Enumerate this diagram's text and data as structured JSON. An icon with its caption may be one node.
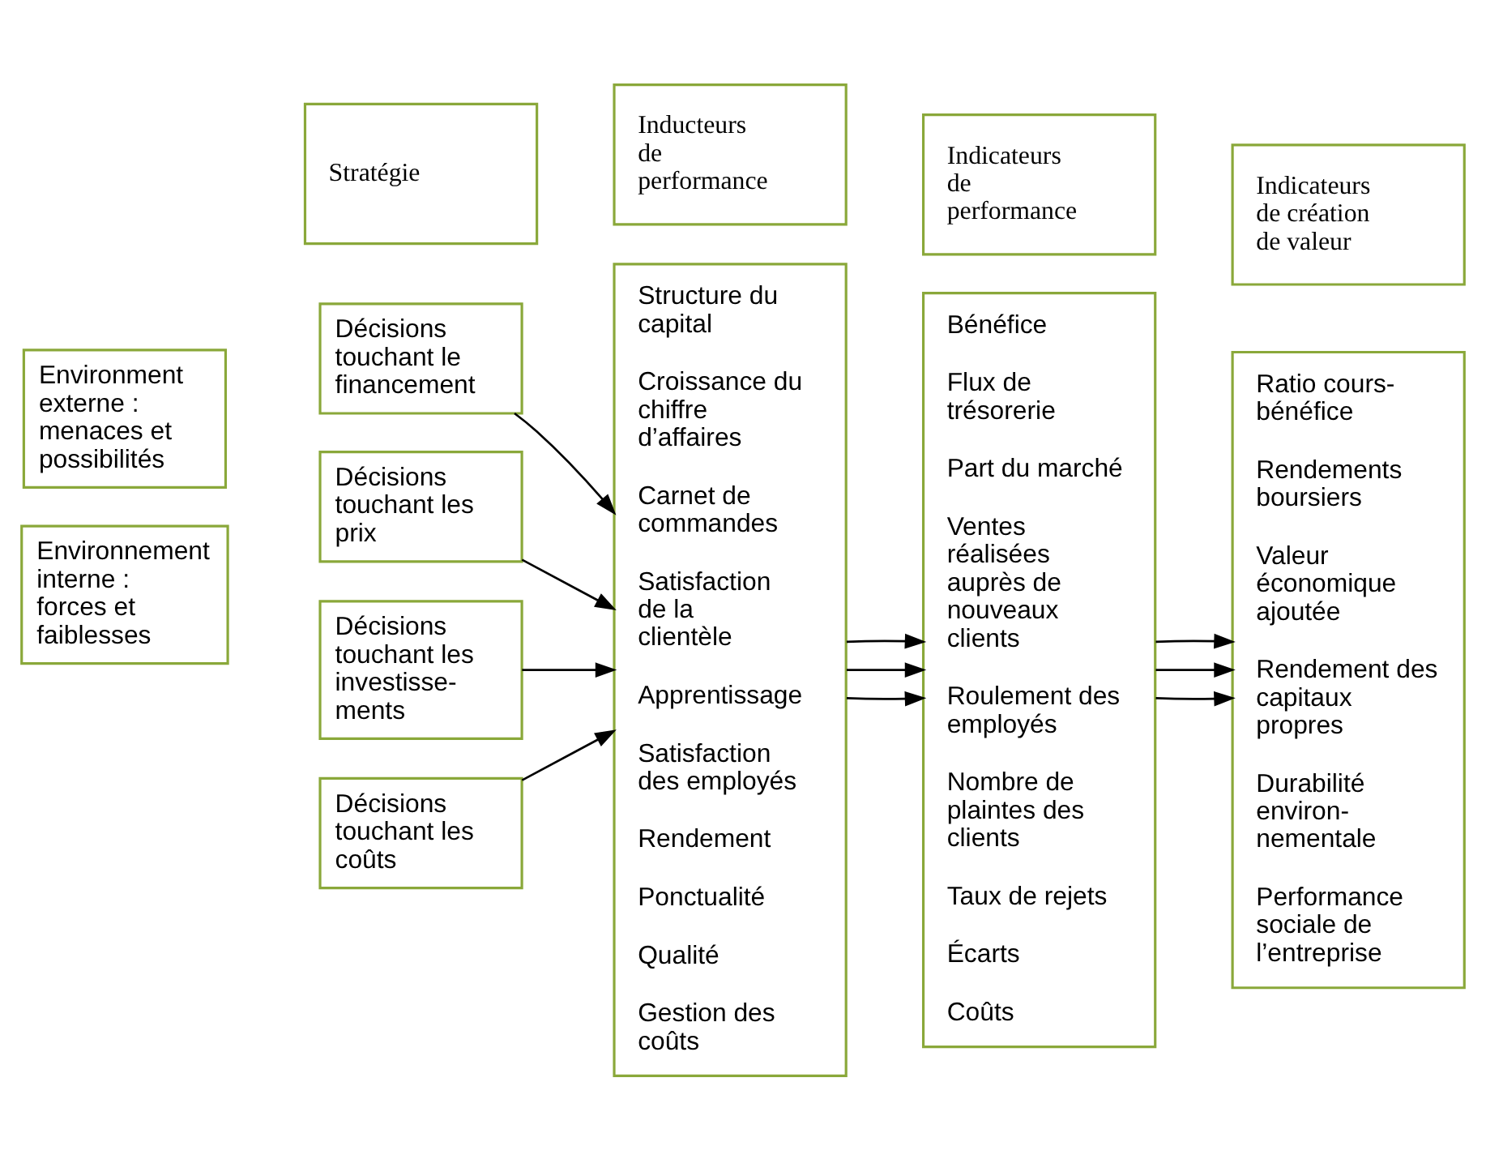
{
  "diagram": {
    "nodes": [
      {
        "text": [
          "Environment externe : menaces et possibilités"
        ]
      },
      {
        "text": [
          "Environnement interne : forces et faiblesses"
        ]
      },
      {
        "text": [
          "Stratégie"
        ]
      },
      {
        "text": [
          "Inducteurs de performance"
        ]
      },
      {
        "text": [
          "Indicateurs de performance"
        ]
      },
      {
        "text": [
          "Indicateurs de création de valeur"
        ]
      },
      {
        "text": [
          "Décisions touchant le financement"
        ]
      },
      {
        "text": [
          "Décisions touchant les prix"
        ]
      },
      {
        "text": [
          "Décisions touchant les investisse-ments"
        ]
      },
      {
        "text": [
          "Décisions touchant les coûts"
        ]
      },
      {
        "text": [
          "Structure du capital",
          "Croissance du chiffre d’affaires",
          "Carnet de commandes",
          "Satisfaction de la clientèle",
          "Apprentissage",
          "Satisfaction des employés",
          "Rendement",
          "Ponctualité",
          "Qualité",
          "Gestion des coûts"
        ]
      },
      {
        "text": [
          "Bénéfice",
          "Flux de trésorerie",
          "Part du marché",
          "Ventes réalisées auprès de nouveaux clients",
          "Roulement des employés",
          "Nombre de plaintes des clients",
          "Taux de rejets",
          "Écarts",
          "Coûts"
        ]
      },
      {
        "text": [
          "Ratio cours-bénéfice",
          "Rendements boursiers",
          "Valeur économique ajoutée",
          "Rendement des capitaux propres",
          "Durabilité environ-nementale",
          "Performance sociale de l’entreprise"
        ]
      }
    ],
    "edges": [
      {
        "from": 6,
        "to": 10,
        "arrow": "to"
      },
      {
        "from": 7,
        "to": 10,
        "arrow": "to"
      },
      {
        "from": 8,
        "to": 10,
        "arrow": "to"
      },
      {
        "from": 9,
        "to": 10,
        "arrow": "to"
      },
      {
        "from": 10,
        "to": 11,
        "arrow": "to"
      },
      {
        "from": 10,
        "to": 11,
        "arrow": "to"
      },
      {
        "from": 10,
        "to": 11,
        "arrow": "to"
      },
      {
        "from": 11,
        "to": 12,
        "arrow": "to"
      },
      {
        "from": 11,
        "to": 12,
        "arrow": "to"
      },
      {
        "from": 11,
        "to": 12,
        "arrow": "to"
      }
    ]
  }
}
